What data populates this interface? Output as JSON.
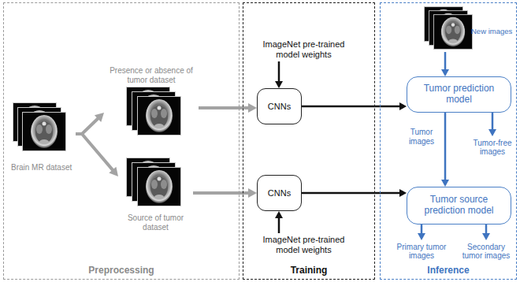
{
  "diagram": {
    "nodes": [
      {
        "text": [
          "Preprocessing"
        ]
      },
      {
        "text": [
          "Brain MR dataset"
        ],
        "in": 0
      },
      {
        "text": [
          "Presence or absence of tumor dataset"
        ],
        "in": 0
      },
      {
        "text": [
          "Source of tumor dataset"
        ],
        "in": 0
      },
      {
        "text": [
          "Training"
        ]
      },
      {
        "text": [
          "ImageNet pre-trained model weights"
        ],
        "in": 4
      },
      {
        "text": [
          "CNNs"
        ],
        "in": 4
      },
      {
        "text": [
          "CNNs"
        ],
        "in": 4
      },
      {
        "text": [
          "ImageNet pre-trained model weights"
        ],
        "in": 4
      },
      {
        "text": [
          "Inference"
        ]
      },
      {
        "text": [
          "New images"
        ],
        "in": 9
      },
      {
        "text": [
          "Tumor prediction model"
        ],
        "in": 9
      },
      {
        "text": [
          "Tumor-free images"
        ],
        "in": 9
      },
      {
        "text": [
          "Tumor source prediction model"
        ],
        "in": 9
      },
      {
        "text": [
          "Primary tumor images"
        ],
        "in": 9
      },
      {
        "text": [
          "Secondary tumor images"
        ],
        "in": 9
      }
    ],
    "edges": [
      {
        "from": 1,
        "to": 2,
        "arrow": "to"
      },
      {
        "from": 1,
        "to": 3,
        "arrow": "to"
      },
      {
        "from": 2,
        "to": 6,
        "arrow": "to"
      },
      {
        "from": 3,
        "to": 7,
        "arrow": "to"
      },
      {
        "from": 5,
        "to": 6,
        "arrow": "to"
      },
      {
        "from": 8,
        "to": 7,
        "arrow": "to"
      },
      {
        "from": 6,
        "to": 11,
        "arrow": "to"
      },
      {
        "from": 7,
        "to": 13,
        "arrow": "to"
      },
      {
        "from": 10,
        "to": 11,
        "arrow": "to"
      },
      {
        "from": 11,
        "to": 13,
        "label": "Tumor images",
        "arrow": "to"
      },
      {
        "from": 11,
        "to": 12,
        "arrow": "to"
      },
      {
        "from": 13,
        "to": 14,
        "arrow": "to"
      },
      {
        "from": 13,
        "to": 15,
        "arrow": "to"
      }
    ]
  }
}
